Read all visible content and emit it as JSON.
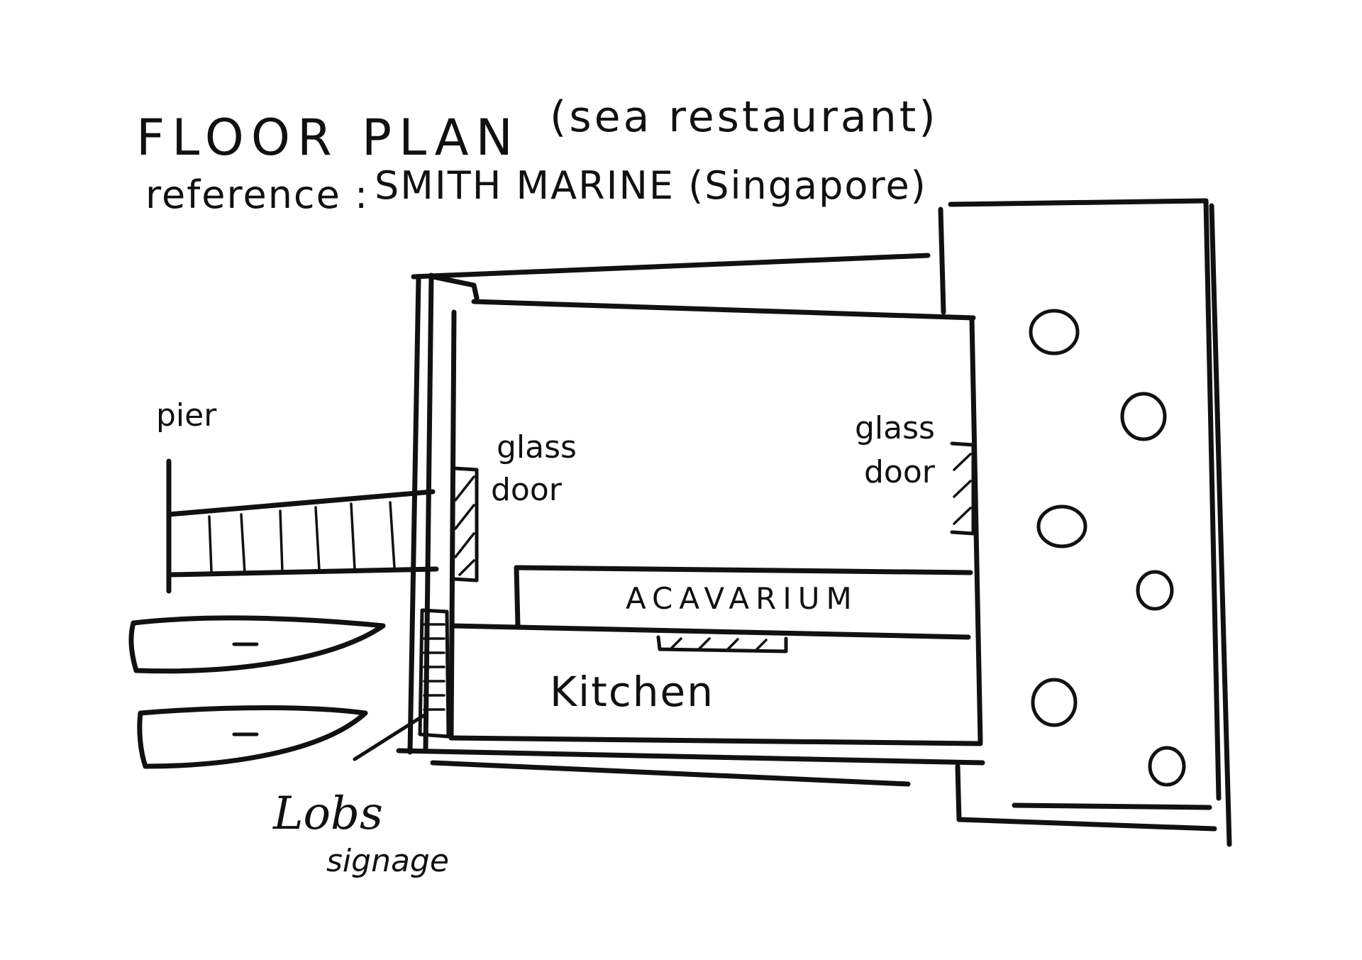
{
  "title": "FLOOR PLAN",
  "title_note": "(sea restaurant)",
  "reference_label": "reference :",
  "reference_value": "SMITH MARINE (Singapore)",
  "labels": {
    "pier": "pier",
    "glass_door_left_1": "glass",
    "glass_door_left_2": "door",
    "glass_door_right_1": "glass",
    "glass_door_right_2": "door",
    "aquarium": "ACAVARIUM",
    "kitchen": "Kitchen",
    "signage_1": "Lobs",
    "signage_2": "signage"
  },
  "colors": {
    "ink": "#111111",
    "paper": "#ffffff"
  }
}
